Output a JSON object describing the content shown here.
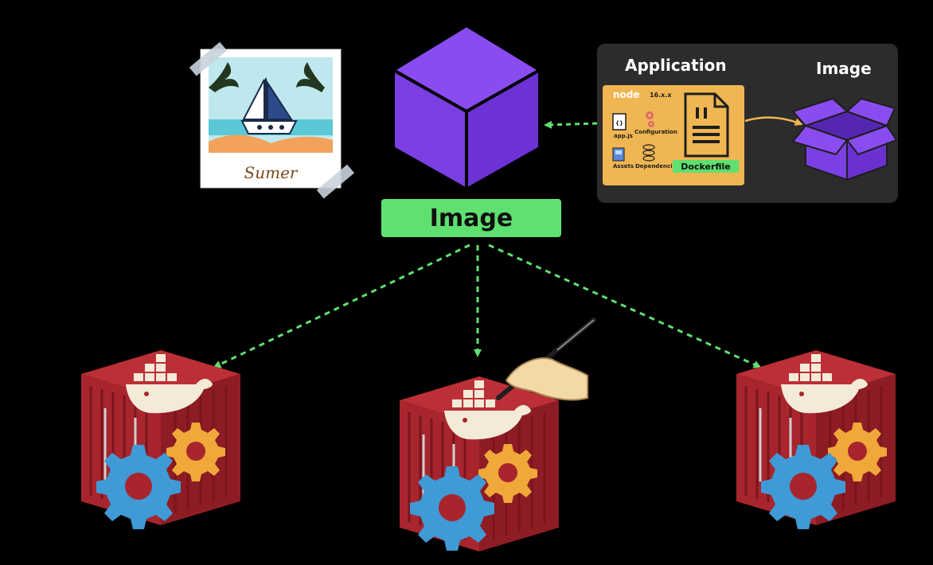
{
  "main_image_label": "Image",
  "polaroid_caption": "Sumer",
  "panel": {
    "application_title": "Application",
    "image_title": "Image",
    "node_logo": "node",
    "node_version": "16.x.x",
    "items": {
      "app_js": "app.js",
      "configuration": "Configuration",
      "assets": "Assets",
      "dependencies": "Dependencies"
    },
    "dockerfile_label": "Dockerfile"
  },
  "colors": {
    "background": "#000000",
    "cube_purple": "#7b3fe4",
    "label_green": "#5fe070",
    "app_orange": "#f0b652",
    "container_red": "#a8252d",
    "gear_blue": "#3f9ad6",
    "gear_yellow": "#f1a83a",
    "whale_cream": "#f3ead7"
  },
  "icons": [
    "polaroid-photo-icon",
    "cube-icon",
    "open-box-icon",
    "dockerfile-icon",
    "docker-container-icon",
    "gear-icon",
    "paintbrush-hand-icon"
  ]
}
